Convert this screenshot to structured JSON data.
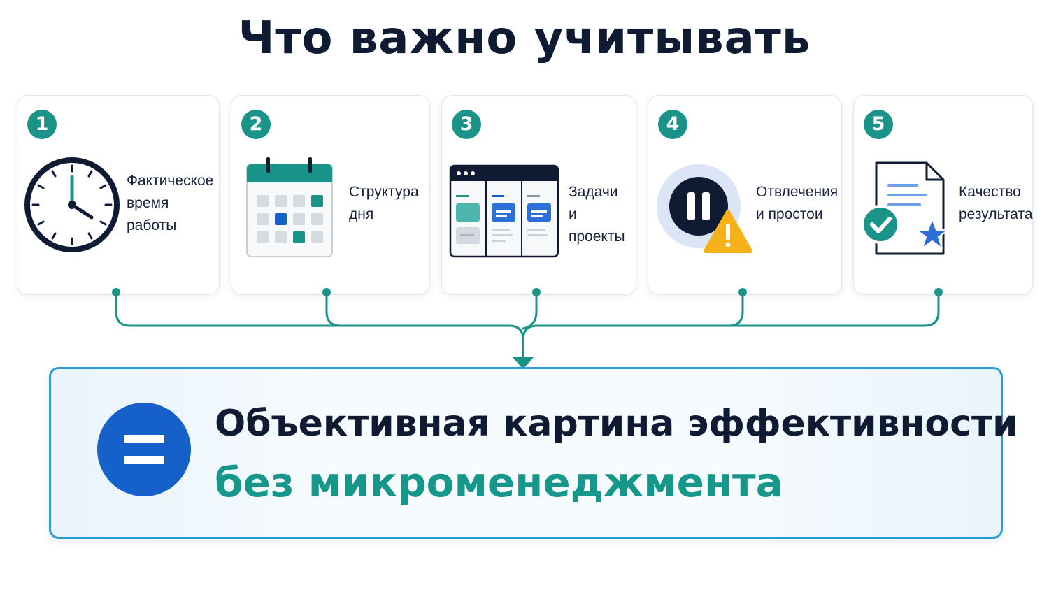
{
  "title": "Что важно учитывать",
  "factors": [
    {
      "number": "1",
      "label": "Фактическое\nвремя\nработы",
      "icon": "clock-icon"
    },
    {
      "number": "2",
      "label": "Структура\nдня",
      "icon": "calendar-icon"
    },
    {
      "number": "3",
      "label": "Задачи\nи проекты",
      "icon": "kanban-board-icon"
    },
    {
      "number": "4",
      "label": "Отвлечения\nи простои",
      "icon": "pause-warning-icon"
    },
    {
      "number": "5",
      "label": "Качество\nрезультата",
      "icon": "document-check-star-icon"
    }
  ],
  "result": {
    "line1": "Объективная картина эффективности",
    "line2": "без микроменеджмента",
    "icon": "equals-icon"
  },
  "colors": {
    "teal": "#1a9488",
    "dark_navy": "#0f1b33",
    "blue": "#1560c9",
    "frame_blue": "#2d9bd1",
    "warning_yellow": "#f5b21b"
  }
}
